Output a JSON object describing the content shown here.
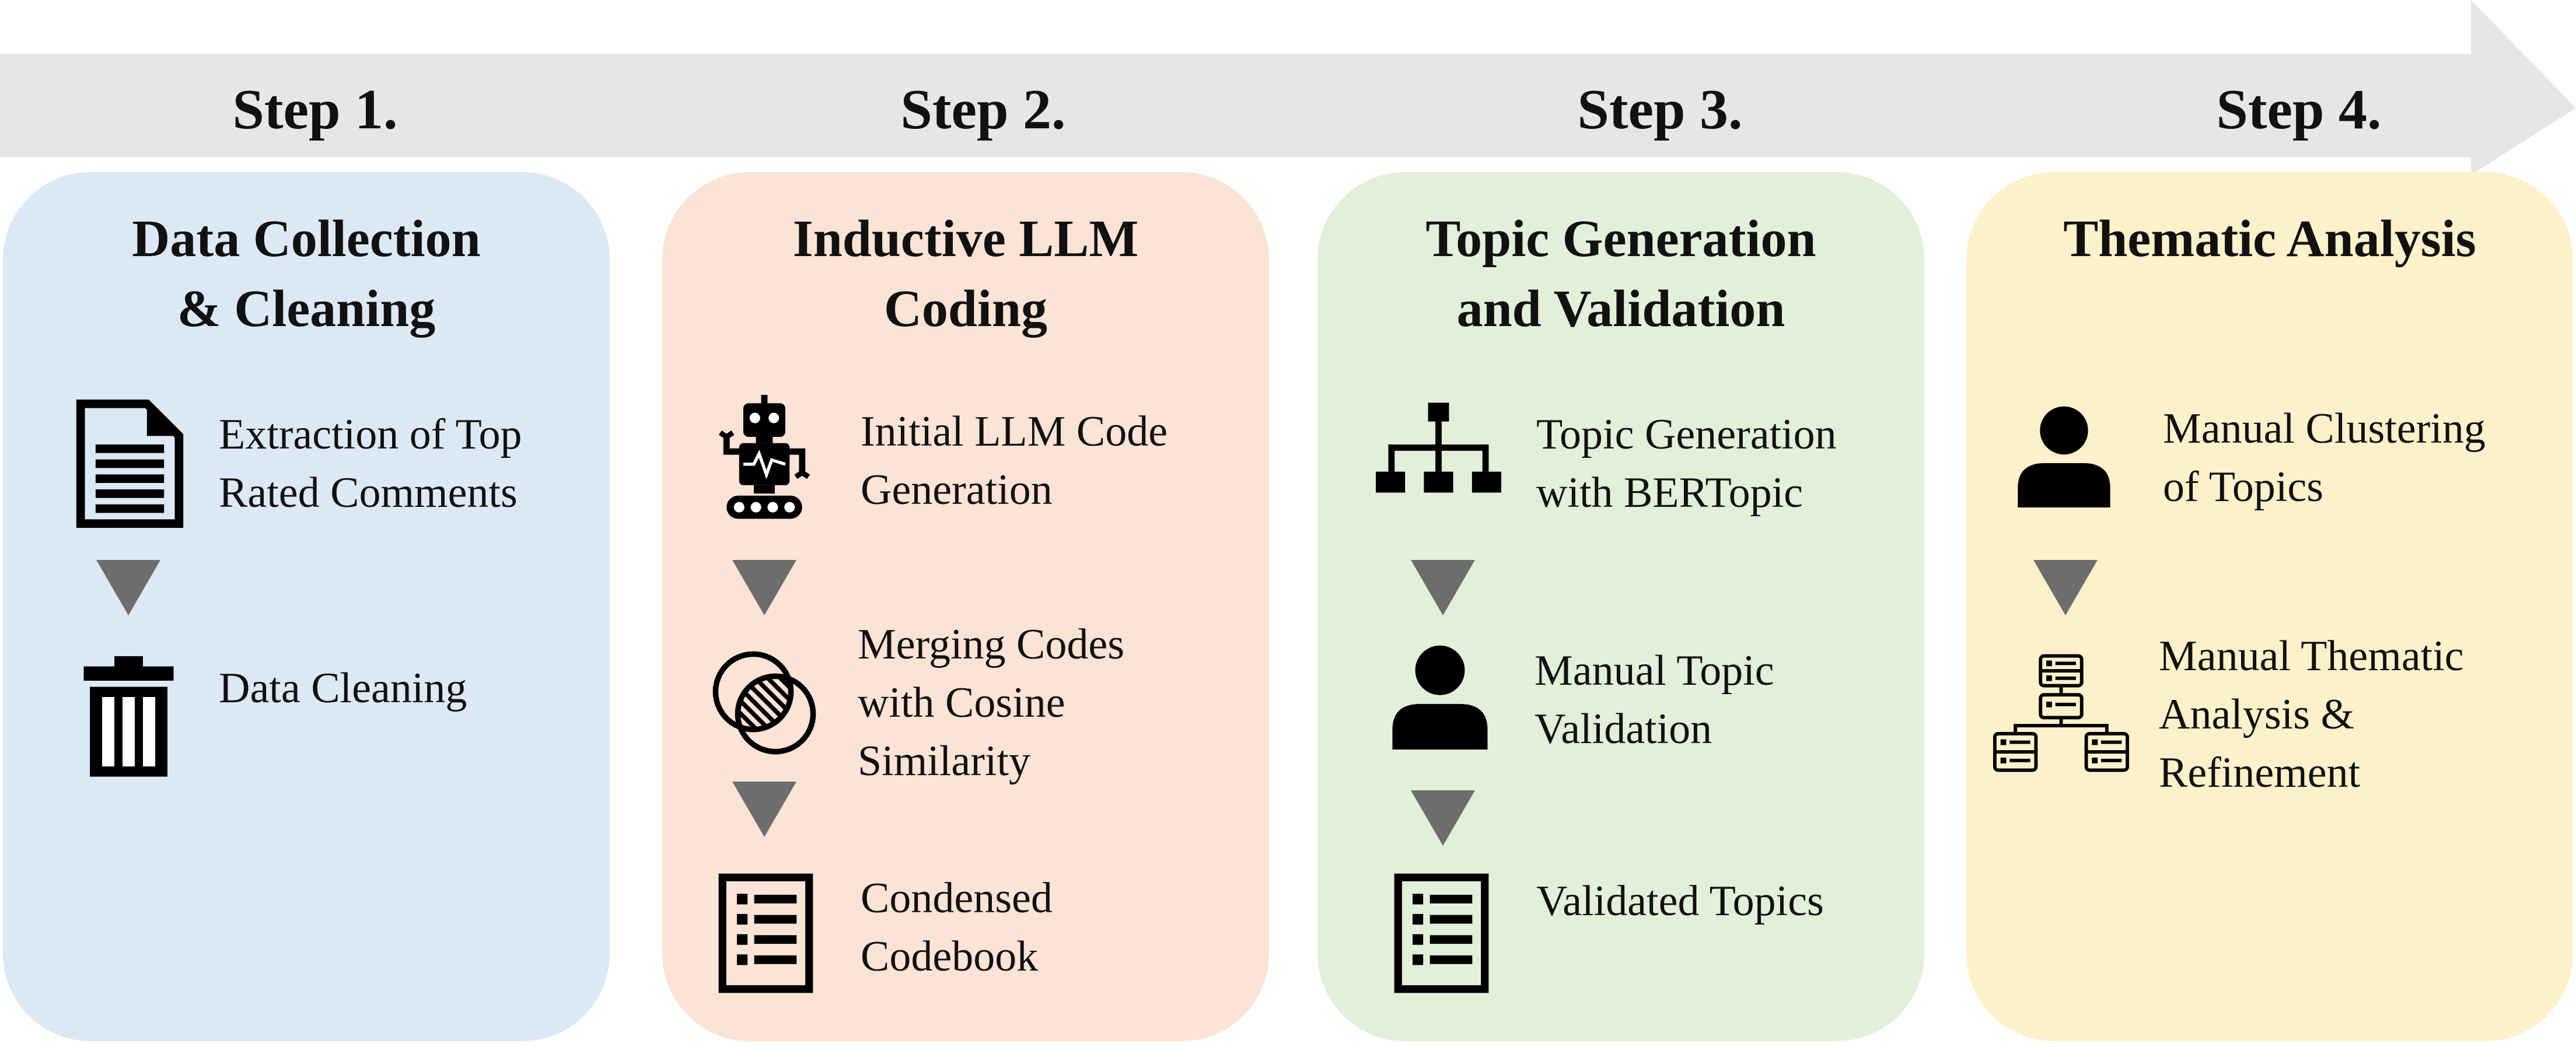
{
  "colors": {
    "arrow": "#e6e6e6",
    "card1": "#dde8f5",
    "card2": "#fbe3d6",
    "card3": "#e2efd9",
    "card4": "#fdf1cc",
    "connector": "#6d6d6d",
    "icon": "#000000"
  },
  "steps": [
    {
      "label": "Step 1.",
      "title": "Data Collection\n& Cleaning",
      "items": [
        {
          "icon": "document-icon",
          "text": "Extraction of Top\nRated Comments"
        },
        {
          "icon": "trash-icon",
          "text": "Data Cleaning"
        }
      ]
    },
    {
      "label": "Step 2.",
      "title": "Inductive LLM\nCoding",
      "items": [
        {
          "icon": "robot-icon",
          "text": "Initial LLM Code\nGeneration"
        },
        {
          "icon": "venn-overlap-icon",
          "text": "Merging Codes\nwith Cosine\nSimilarity"
        },
        {
          "icon": "checklist-icon",
          "text": "Condensed\nCodebook"
        }
      ]
    },
    {
      "label": "Step 3.",
      "title": "Topic Generation\nand Validation",
      "items": [
        {
          "icon": "hierarchy-icon",
          "text": "Topic Generation\nwith BERTopic"
        },
        {
          "icon": "person-icon",
          "text": "Manual Topic\nValidation"
        },
        {
          "icon": "checklist-icon",
          "text": "Validated Topics"
        }
      ]
    },
    {
      "label": "Step 4.",
      "title": "Thematic Analysis",
      "items": [
        {
          "icon": "person-icon",
          "text": "Manual Clustering\nof Topics"
        },
        {
          "icon": "server-network-icon",
          "text": "Manual Thematic\nAnalysis &\nRefinement"
        }
      ]
    }
  ]
}
